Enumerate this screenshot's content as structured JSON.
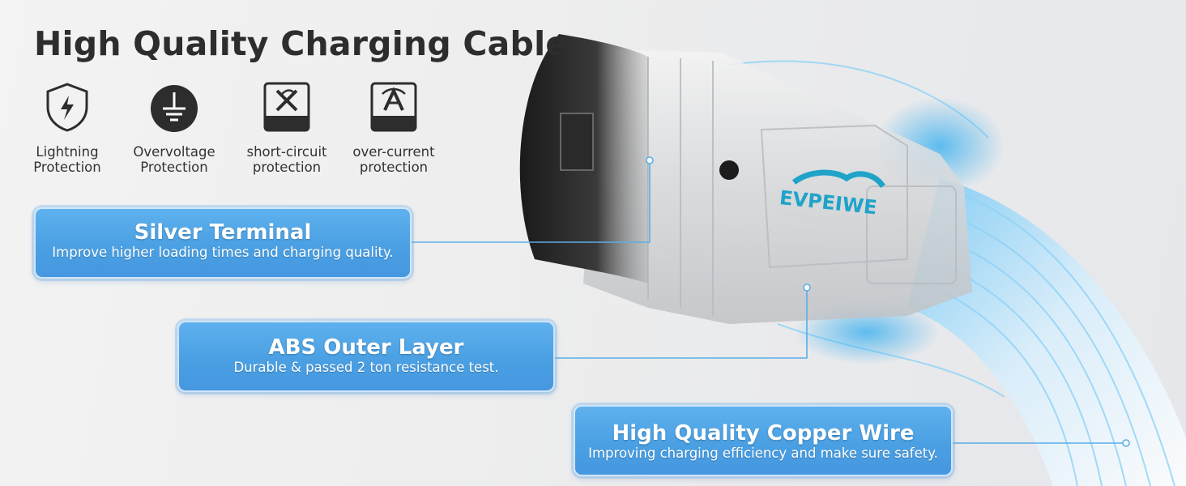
{
  "title": "High Quality Charging Cable",
  "features": [
    {
      "icon": "lightning-shield-icon",
      "line1": "Lightning",
      "line2": "Protection"
    },
    {
      "icon": "ground-symbol-icon",
      "line1": "Overvoltage",
      "line2": "Protection"
    },
    {
      "icon": "short-circuit-icon",
      "line1": "short-circuit",
      "line2": "protection"
    },
    {
      "icon": "over-current-icon",
      "line1": "over-current",
      "line2": "protection"
    }
  ],
  "callouts": {
    "silver_terminal": {
      "heading": "Silver Terminal",
      "sub": "Improve higher loading times and charging quality."
    },
    "abs_outer_layer": {
      "heading": "ABS Outer Layer",
      "sub": "Durable & passed 2 ton resistance test."
    },
    "copper_wire": {
      "heading": "High Quality Copper Wire",
      "sub": "Improving charging efficiency and make sure safety."
    }
  },
  "brand_logo_text": "EVPEIWE",
  "colors": {
    "accent_blue": "#4aa0e3",
    "line_blue": "#5aaee8",
    "title": "#2d2d2d",
    "logo": "#1fa3c9"
  }
}
